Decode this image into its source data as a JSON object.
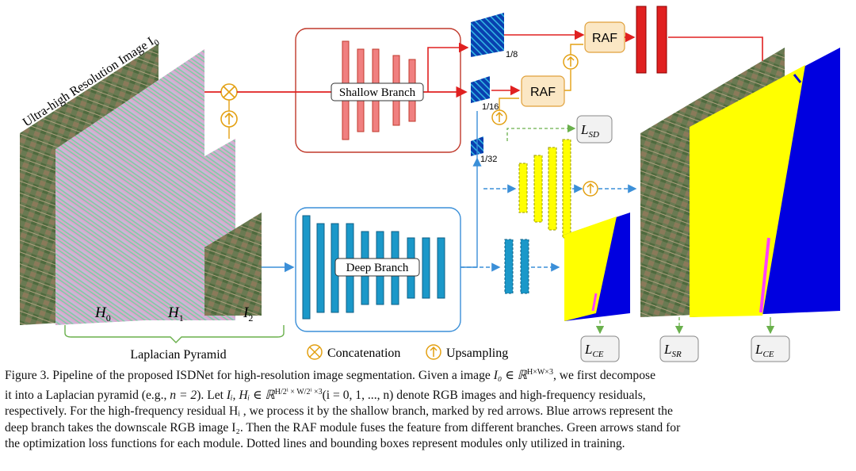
{
  "diagram": {
    "vertical_title": "Ultra-high Resolution Image I",
    "vertical_title_sub": "0",
    "pyramid_labels": [
      {
        "main": "H",
        "sub": "0"
      },
      {
        "main": "H",
        "sub": "1"
      },
      {
        "main": "I",
        "sub": "2"
      }
    ],
    "pyramid_caption": "Laplacian Pyramid",
    "shallow_branch_label": "Shallow Branch",
    "deep_branch_label": "Deep Branch",
    "raf_label": "RAF",
    "scale_labels": [
      "1/8",
      "1/16",
      "1/32"
    ],
    "loss_labels": [
      {
        "main": "L",
        "sub": "SD"
      },
      {
        "main": "L",
        "sub": "CE"
      },
      {
        "main": "L",
        "sub": "SR"
      },
      {
        "main": "L",
        "sub": "CE"
      }
    ],
    "legend": {
      "concat": "Concatenation",
      "upsample": "Upsampling"
    },
    "colors": {
      "shallow": "#f08080",
      "shallow_stroke": "#c0392b",
      "deep": "#1b98c9",
      "deep_stroke": "#0f5f86",
      "raf_fill": "#fbe7c4",
      "raf_stroke": "#e0a03a",
      "red_arrow": "#e02020",
      "blue_arrow": "#3b8fd8",
      "green_arrow": "#6ab04c",
      "seg_yellow": "#ffff00",
      "seg_blue": "#0000e0",
      "symbol_orange": "#e3a012"
    }
  },
  "caption": {
    "line1_pre": "Figure 3. Pipeline of the proposed ISDNet for high-resolution image segmentation. Given a image ",
    "line1_math": "I₀ ∈ ℝ",
    "line1_sup": "H×W×3",
    "line1_post": ", we first decompose",
    "line2_pre": "it into a Laplacian pyramid (e.g., ",
    "line2_n": "n = 2",
    "line2_mid": "). Let ",
    "line2_math": "Iᵢ, Hᵢ ∈ ℝ",
    "line2_sup": "H/2ⁱ × W/2ⁱ ×3",
    "line2_post": "(i = 0, 1, ..., n) denote RGB images and high-frequency residuals,",
    "line3": "respectively. For the high-frequency residual Hᵢ , we process it by the shallow branch, marked by red arrows. Blue arrows represent the",
    "line4": "deep branch takes the downscale RGB image I₂. Then the RAF module fuses the feature from different branches. Green arrows stand for",
    "line5": "the optimization loss functions for each module. Dotted lines and bounding boxes represent modules only utilized in training."
  }
}
